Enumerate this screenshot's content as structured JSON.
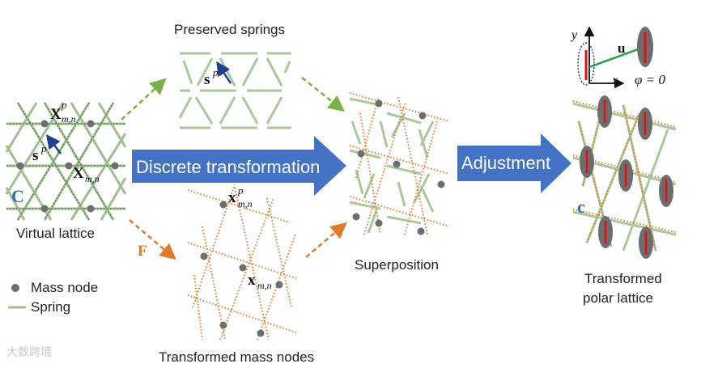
{
  "labels": {
    "preserved_springs": "Preserved springs",
    "virtual_lattice": "Virtual lattice",
    "transformed_mass_nodes": "Transformed mass nodes",
    "superposition": "Superposition",
    "transformed_polar_lattice_1": "Transformed",
    "transformed_polar_lattice_2": "polar lattice",
    "discrete_transformation": "Discrete transformation",
    "adjustment": "Adjustment",
    "legend_mass_node": "Mass node",
    "legend_spring": "Spring",
    "C_big": "C",
    "c_small": "c",
    "F": "F",
    "X_mn": "X",
    "x_mn": "x",
    "s": "s",
    "p_sup": "p",
    "mn_sub": "m,n",
    "axis_x": "x",
    "axis_y": "y",
    "u": "u",
    "phi_eq": "φ = 0",
    "watermark": "大数跨境"
  },
  "colors": {
    "spring": "#9dbf8e",
    "spring_dark": "#6a9a62",
    "node": "#6e6e6e",
    "orange": "#e07b2e",
    "green_dash": "#7bb043",
    "blue_arrow": "#3f6fc4",
    "blue_vec": "#1f3f8f",
    "C_blue": "#3a64b4",
    "F_orange": "#e07b2e",
    "ellipse": "#6d6d6d",
    "red": "#e01010",
    "u_green": "#28a048"
  }
}
